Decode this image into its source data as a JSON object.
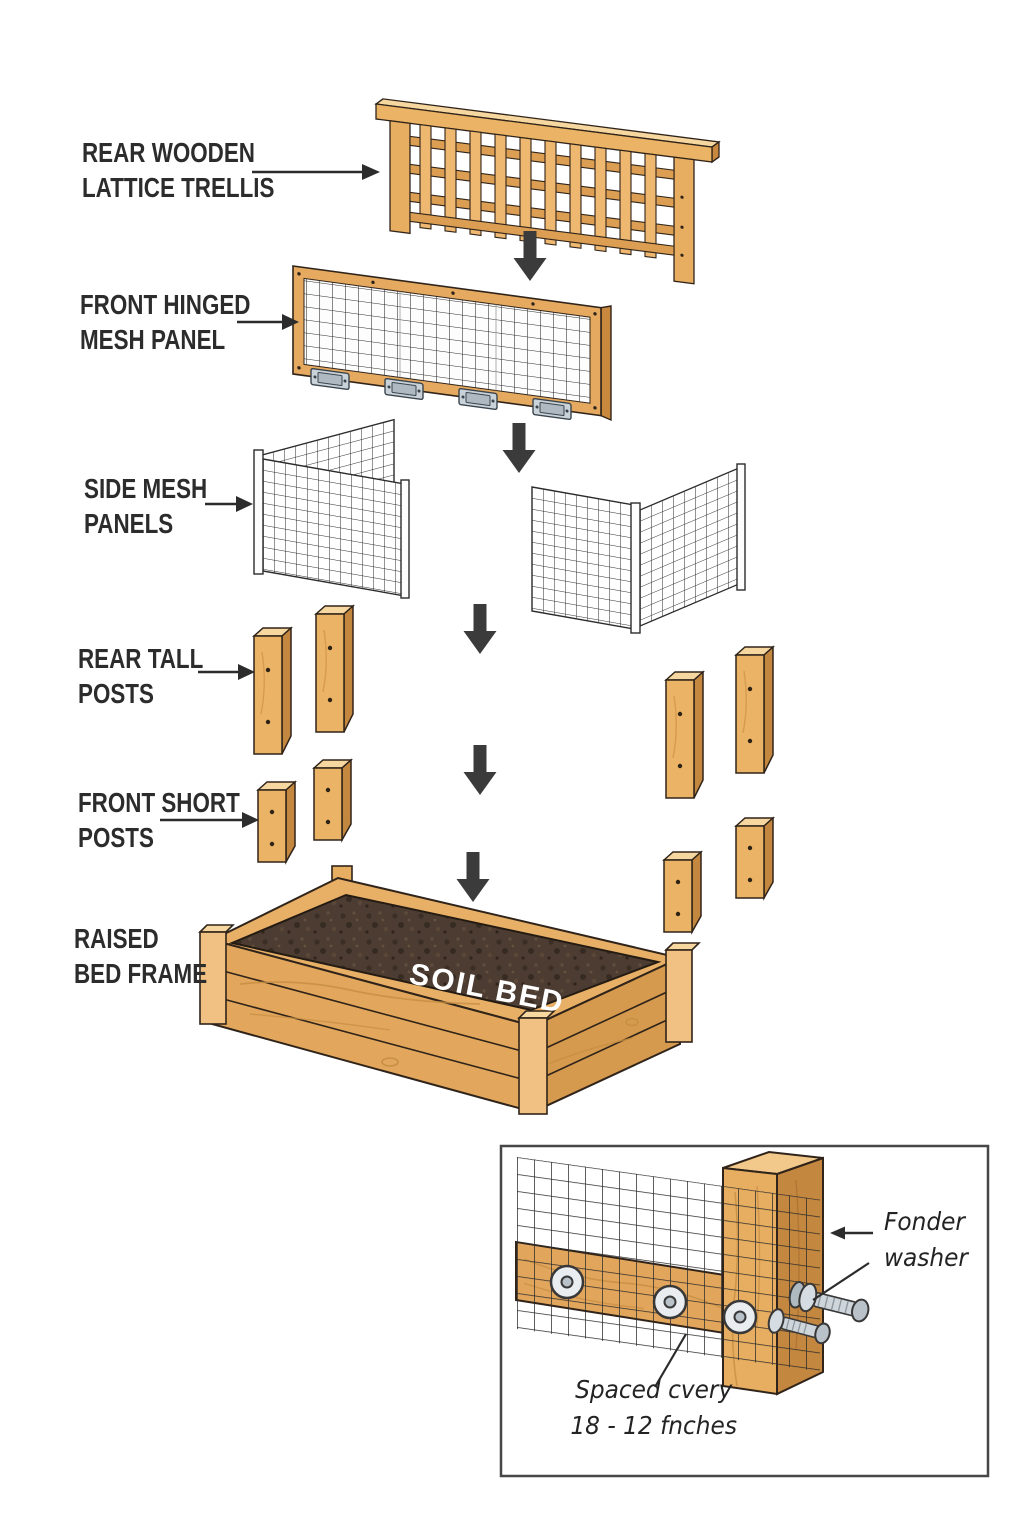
{
  "diagram": {
    "callouts": {
      "rear_trellis": "REAR WOODEN\nLATTICE TRELLIS",
      "front_hinged": "FRONT HINGED\nMESH PANEL",
      "side_mesh": "SIDE MESH\nPANELS",
      "rear_tall": "REAR TALL\nPOSTS",
      "front_short": "FRONT SHORT\nPOSTS",
      "raised_bed": "RAISED\nBED FRAME"
    },
    "soil_text": "SOIL BED",
    "inset": {
      "washer_label": "Fonder\nwasher",
      "spacing_label": "Spaced cvery\n18 - 12 fnches"
    },
    "colors": {
      "wood_light": "#f0c183",
      "wood_mid": "#e5a95f",
      "wood_dark": "#c4873f",
      "outline": "#30241a",
      "soil": "#4d3c31",
      "arrow": "#3b3b3b",
      "mesh_line": "#2c2c2c",
      "metal": "#ccd4da",
      "label_text": "#2c2c2c"
    }
  }
}
